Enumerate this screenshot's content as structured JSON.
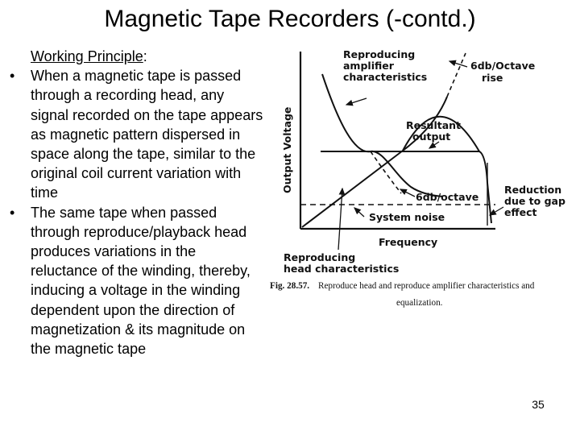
{
  "title": "Magnetic Tape Recorders (-contd.)",
  "section": {
    "heading": "Working Principle",
    "heading_suffix": ":",
    "bullets": [
      "When a magnetic tape is passed through a recording head, any signal recorded on the tape appears as magnetic pattern dispersed in space along the tape, similar to the original coil current variation with time",
      "The same tape when passed through reproduce/playback head produces variations in the reluctance of the winding, thereby, inducing a voltage in the winding dependent upon the direction of magnetization & its magnitude on the magnetic tape"
    ]
  },
  "figure": {
    "y_axis_label": "Output Voltage",
    "x_axis_label": "Frequency",
    "labels": {
      "amp_line1": "Reproducing",
      "amp_line2": "amplifier",
      "amp_line3": "characteristics",
      "rise_line1": "6db/Octave",
      "rise_line2": "rise",
      "resultant_line1": "Resultant",
      "resultant_line2": "output",
      "falloff": "6db/octave",
      "reduction_line1": "Reduction",
      "reduction_line2": "due to gap",
      "reduction_line3": "effect",
      "noise": "System noise",
      "head_line1": "Reproducing",
      "head_line2": "head characteristics"
    },
    "caption_number": "Fig. 28.57.",
    "caption_text_line1": "Reproduce head and reproduce amplifier characteristics and",
    "caption_text_line2": "equalization."
  },
  "page_number": "35"
}
